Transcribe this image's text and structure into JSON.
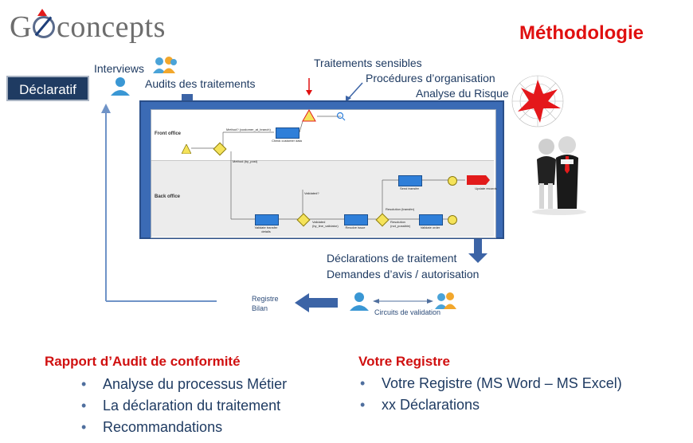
{
  "brand": {
    "logo_left": "G",
    "logo_right": "concepts"
  },
  "title": "Méthodologie",
  "declaratif": "Déclaratif",
  "top_labels": {
    "interviews": "Interviews",
    "audits": "Audits des traitements",
    "traitements_sensibles": "Traitements sensibles",
    "procedures": "Procédures d’organisation",
    "analyse_risque": "Analyse du Risque"
  },
  "process": {
    "lane_front": "Front office",
    "lane_back": "Back office",
    "tasks": [
      "Check customer data",
      "Validate transfer details",
      "Resolve issue",
      "Send transfer",
      "Validate order",
      "Update records"
    ],
    "notes": [
      "Method? (customer_at_branch)",
      "Method (by_post)",
      "Validated?",
      "Validated (by_line_validator)",
      "Resolution (transfer)",
      "Resolution (not_possible)"
    ]
  },
  "bottom_labels": {
    "declarations": "Déclarations de traitement",
    "demandes": "Demandes d’avis / autorisation",
    "registre": "Registre",
    "bilan": "Bilan",
    "circuits": "Circuits de validation"
  },
  "rapport": {
    "title": "Rapport d’Audit de conformité",
    "items": [
      "Analyse du processus Métier",
      "La déclaration du traitement",
      "Recommandations"
    ]
  },
  "registre": {
    "title": "Votre Registre",
    "items": [
      "Votre Registre (MS Word – MS Excel)",
      "xx Déclarations"
    ]
  },
  "colors": {
    "accent": "#d01010",
    "navy": "#1f3b62",
    "frame": "#3b6bb5",
    "arrow": "#3c64a6"
  },
  "icons": [
    "people-group-icon",
    "person-icon",
    "radar-chart-icon",
    "business-people-icon",
    "magnifier-icon",
    "warning-icon"
  ]
}
